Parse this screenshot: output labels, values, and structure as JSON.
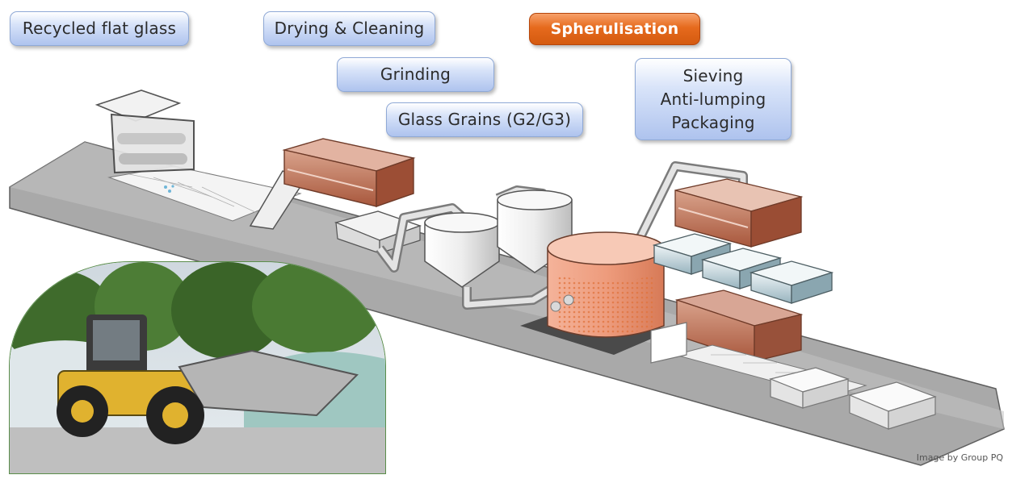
{
  "labels": {
    "recycled": "Recycled flat glass",
    "drying": "Drying & Cleaning",
    "spherulisation": "Spherulisation",
    "grinding": "Grinding",
    "grains": "Glass Grains (G2/G3)",
    "sieving": [
      "Sieving",
      "Anti-lumping",
      "Packaging"
    ]
  },
  "credit": "Image by Group PQ",
  "colors": {
    "accent": "#e66a1d",
    "label_blue": "#aec3ee",
    "conveyor": "#a9a9a9",
    "copper": "#c9785c",
    "steel_blue": "#a9c3cb"
  }
}
